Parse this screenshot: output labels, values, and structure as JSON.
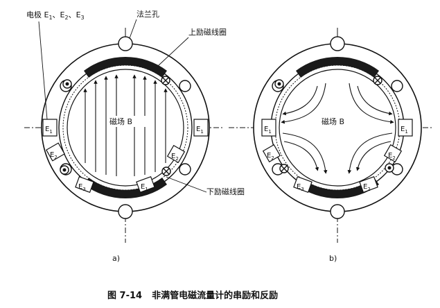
{
  "callouts": {
    "electrodes": "电极 E",
    "electrodes_rest": "、E",
    "electrodes_rest2": "、E",
    "flange_hole": "法兰孔",
    "upper_coil": "上励磁线圈",
    "lower_coil": "下励磁线圈"
  },
  "subscripts": {
    "e1": "1",
    "e2": "2",
    "e3": "3"
  },
  "field_label": "磁场 B",
  "electrode_labels": {
    "e1": "E",
    "e2": "E",
    "e3": "E"
  },
  "panel_labels": {
    "a": "a)",
    "b": "b)"
  },
  "caption": {
    "number": "图 7-14",
    "title": "非满管电磁流量计的串励和反励"
  },
  "colors": {
    "ink": "#111111",
    "coil": "#1a1a1a",
    "paper": "#ffffff"
  }
}
